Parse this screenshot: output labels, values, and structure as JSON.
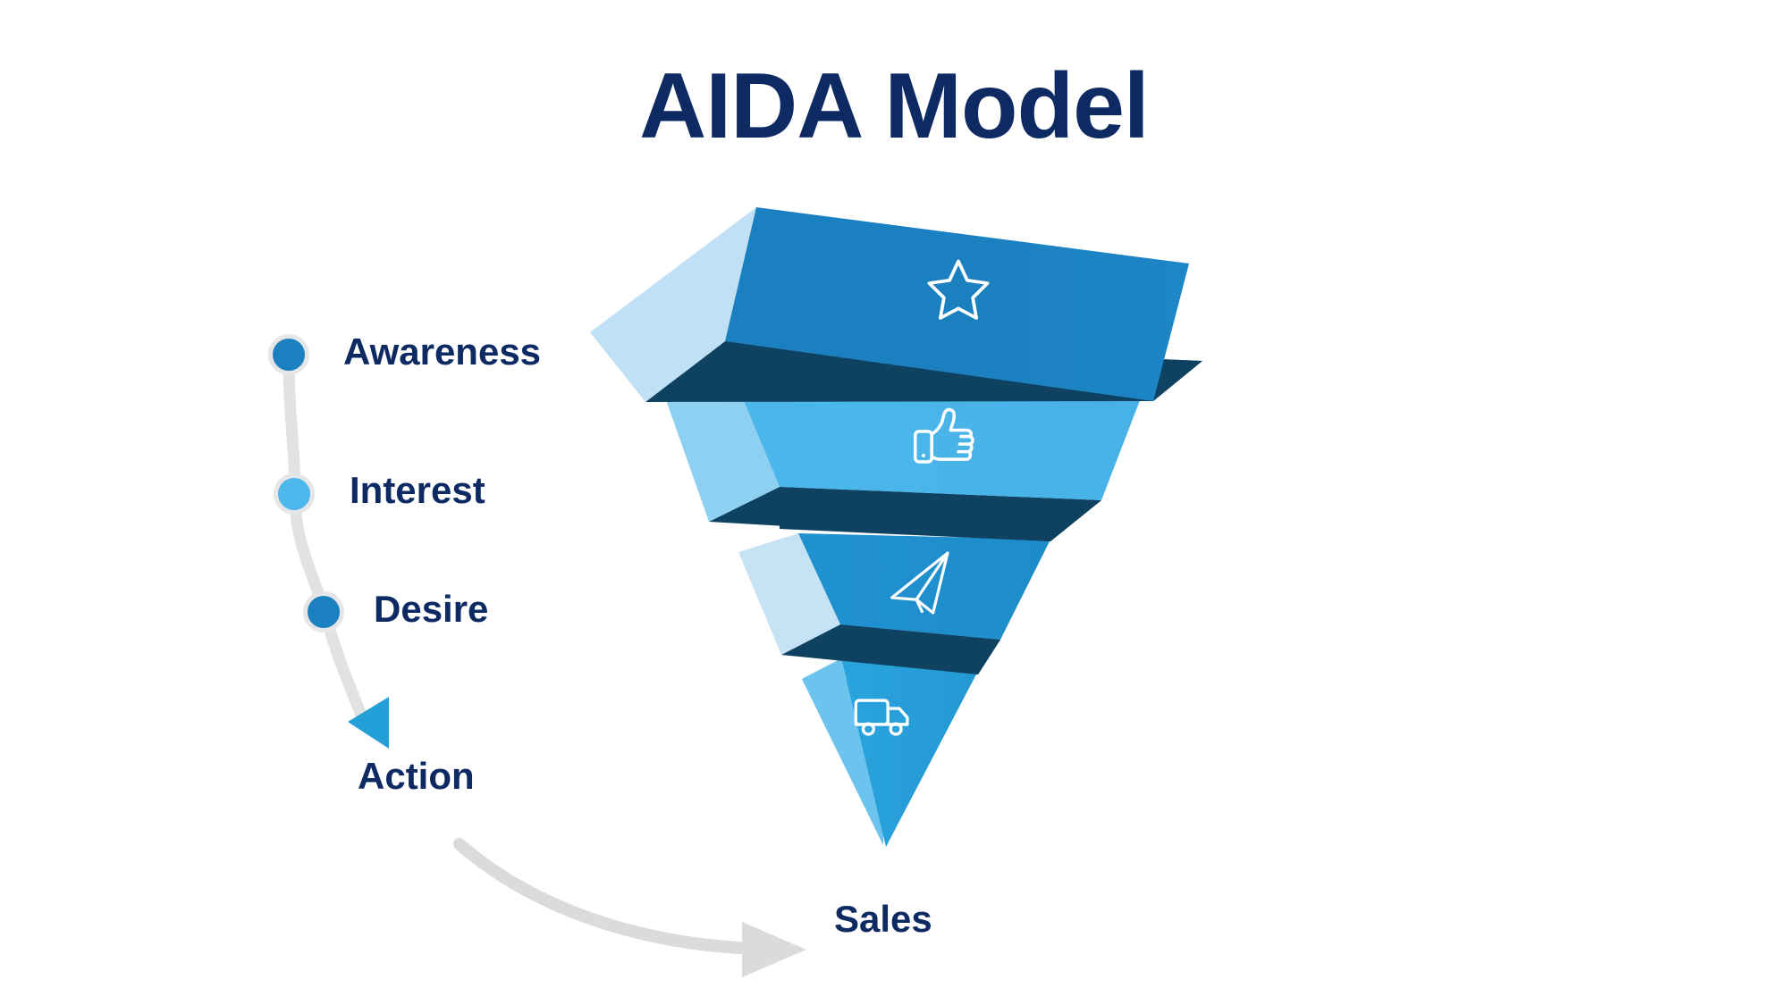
{
  "page": {
    "title": "AIDA Model",
    "background": "#ffffff"
  },
  "colors": {
    "title_navy": "#0d2a63",
    "label_navy": "#0d2a63",
    "dot_dark_blue": "#1b80bf",
    "dot_light_blue": "#4cb7ea",
    "connector_gray": "#e0e2e3",
    "action_triangle": "#23a0d8",
    "sales_arrow_gray": "#d9dbdc",
    "funnel_edge_navy": "#0e4260",
    "icon_white": "#ffffff"
  },
  "steps": [
    {
      "id": "awareness",
      "label": "Awareness",
      "dot_color": "#1b80bf",
      "marker": "circle"
    },
    {
      "id": "interest",
      "label": "Interest",
      "dot_color": "#4cb7ea",
      "marker": "circle"
    },
    {
      "id": "desire",
      "label": "Desire",
      "dot_color": "#1b80bf",
      "marker": "circle"
    },
    {
      "id": "action",
      "label": "Action",
      "dot_color": "#23a0d8",
      "marker": "triangle-left"
    }
  ],
  "outcome": {
    "label": "Sales",
    "arrow": "curved-arrow-right",
    "arrow_color": "#d9dbdc"
  },
  "funnel": {
    "orientation": "inverted",
    "layer_count": 4,
    "layers": [
      {
        "id": "layer-awareness",
        "step": "Awareness",
        "icon": "star-icon",
        "front_color": "#1b80bf",
        "front_color_dark": "#1873ae",
        "side_color": "#bfe0f5",
        "edge_color": "#0e4260"
      },
      {
        "id": "layer-interest",
        "step": "Interest",
        "icon": "thumbs-up-icon",
        "front_color": "#4cb7ea",
        "front_color_dark": "#46b0e4",
        "side_color": "#8dd0f2",
        "edge_color": "#0e4260"
      },
      {
        "id": "layer-desire",
        "step": "Desire",
        "icon": "paper-plane-icon",
        "front_color": "#2092d1",
        "front_color_dark": "#1b86c4",
        "side_color": "#c6e2f5",
        "edge_color": "#0e4260"
      },
      {
        "id": "layer-action",
        "step": "Action",
        "icon": "delivery-truck-icon",
        "front_color": "#2aa3dd",
        "front_color_dark": "#2397d2",
        "side_color": "#6cc4ee",
        "edge_color": "#0e4260"
      }
    ]
  }
}
